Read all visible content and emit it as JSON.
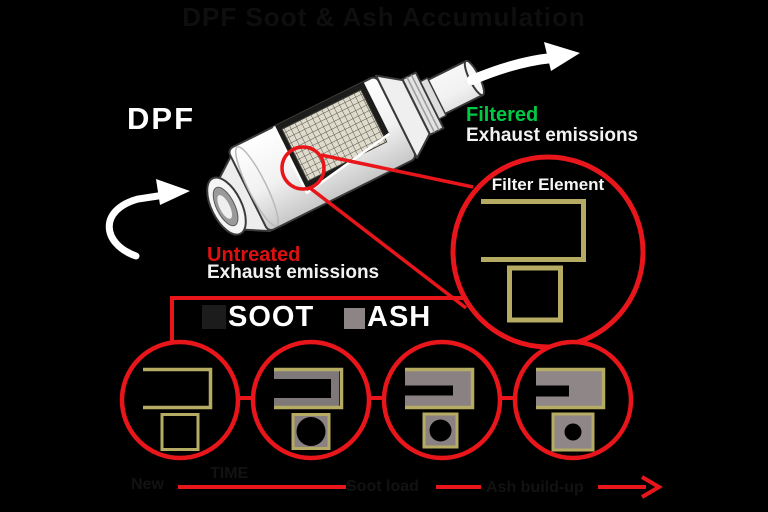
{
  "title": "DPF Soot & Ash Accumulation",
  "dpf": {
    "label": "DPF",
    "filtered": {
      "status": "Filtered",
      "caption": "Exhaust emissions"
    },
    "untreated": {
      "status": "Untreated",
      "caption": "Exhaust emissions"
    }
  },
  "magnifier": {
    "label": "Filter Element"
  },
  "legend": {
    "soot_label": "SOOT",
    "ash_label": "ASH"
  },
  "timeline": {
    "labels": [
      "New",
      "TIME",
      "Soot load",
      "Ash build-up"
    ]
  },
  "colors": {
    "background": "#000000",
    "accent_red": "#e8151a",
    "filter_khaki": "#b5ab62",
    "deposit_gray": "#8b8383",
    "filtered_green": "#00c944",
    "untreated_red": "#dd1111",
    "text_white": "#f2f2f2",
    "faint_text": "#0e0e0e"
  }
}
